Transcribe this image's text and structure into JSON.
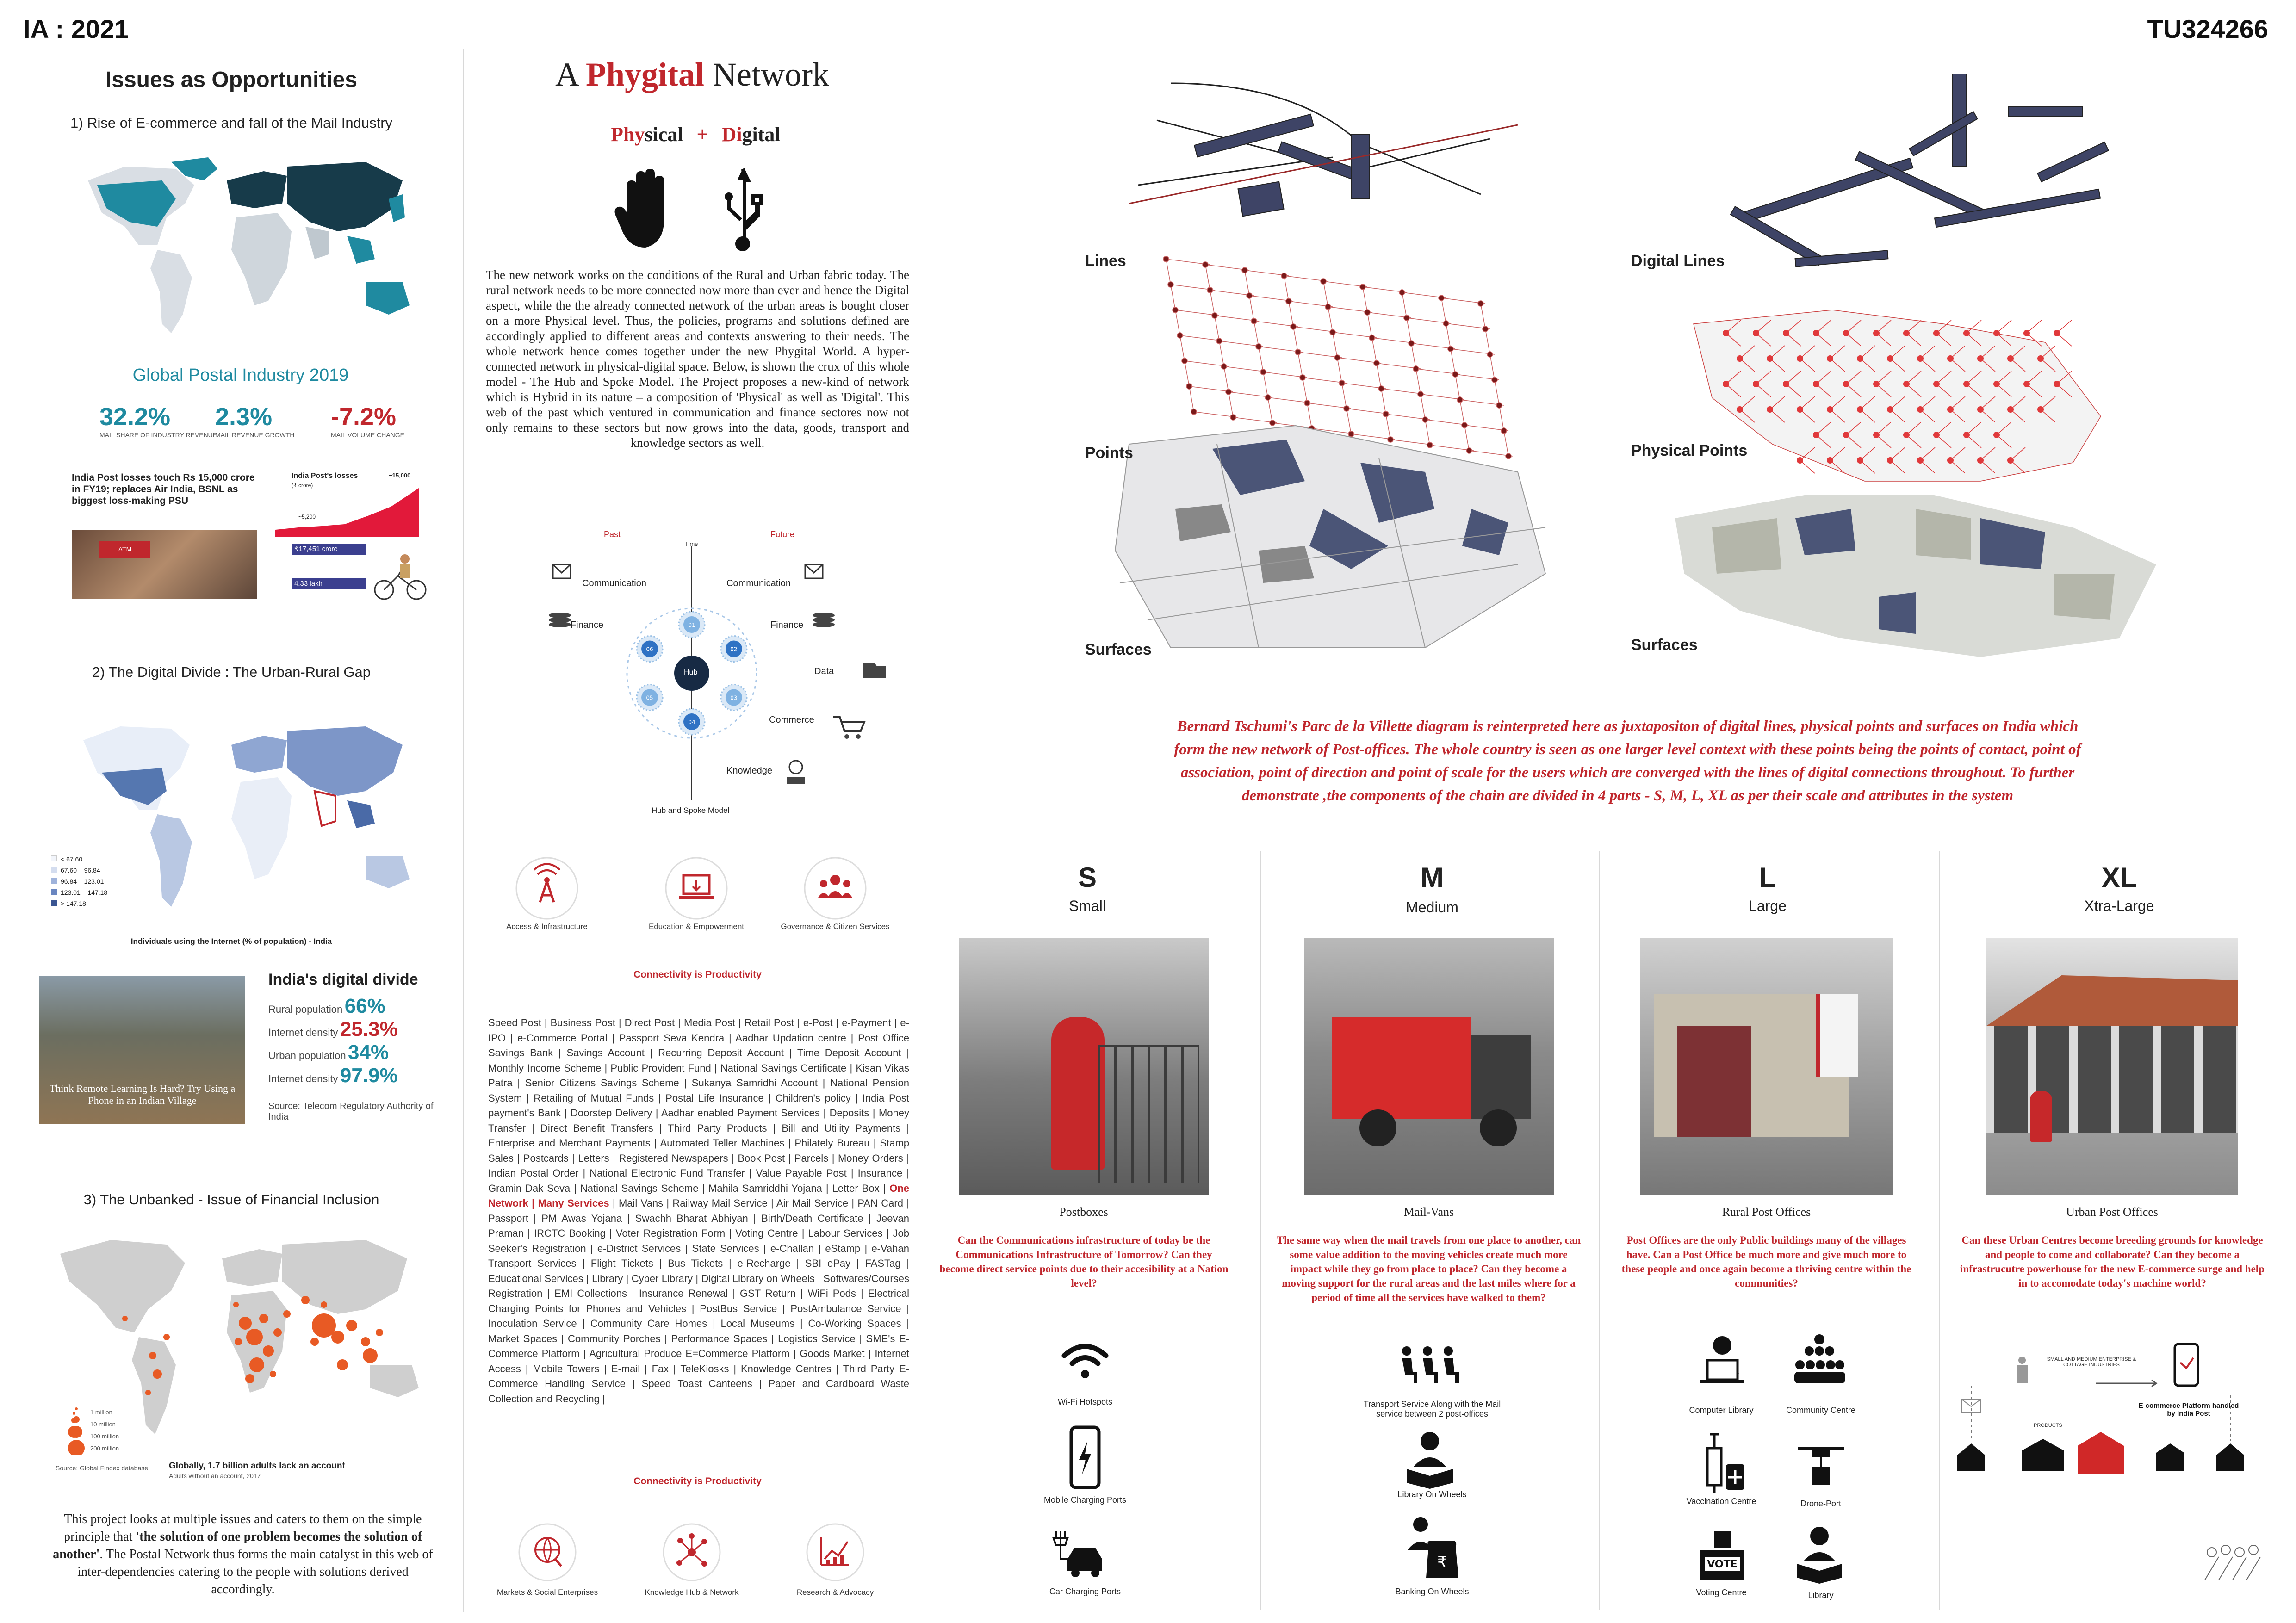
{
  "header": {
    "left_id": "IA : 2021",
    "right_id": "TU324266"
  },
  "left": {
    "title": "Issues as Opportunities",
    "s1_title": "1) Rise of E-commerce and fall of the Mail Industry",
    "postal_title": "Global Postal Industry 2019",
    "stats": [
      {
        "value": "32.2%",
        "label": "MAIL SHARE OF INDUSTRY REVENUE"
      },
      {
        "value": "2.3%",
        "label": "MAIL REVENUE GROWTH"
      },
      {
        "value": "-7.2%",
        "label": "MAIL VOLUME CHANGE"
      }
    ],
    "news_headline": "India Post losses touch Rs 15,000 crore in FY19; replaces Air India, BSNL as biggest loss-making PSU",
    "news_chart_title": "India Post's losses",
    "news_chart_unit": "(₹ crore)",
    "news_chart_peak": "~15,000",
    "news_chart_low": "~5,200",
    "news_badge1": "₹17,451 crore",
    "news_badge2": "4.33 lakh",
    "s2_title": "2) The Digital Divide : The Urban-Rural Gap",
    "legend": [
      "< 67.60",
      "67.60 – 96.84",
      "96.84 – 123.01",
      "123.01 – 147.18",
      "> 147.18"
    ],
    "map2_caption": "Individuals using the Internet (% of population) - India",
    "divide_title": "India's digital divide",
    "divide_rows": [
      {
        "label": "Rural population",
        "value": "66%"
      },
      {
        "label": "Internet density",
        "value": "25.3%"
      },
      {
        "label": "Urban population",
        "value": "34%"
      },
      {
        "label": "Internet density",
        "value": "97.9%"
      }
    ],
    "divide_source": "Source: Telecom Regulatory Authority of India",
    "wsj_headline": "Think Remote Learning Is Hard? Try Using a Phone in an Indian Village",
    "s3_title": "3) The Unbanked - Issue of Financial Inclusion",
    "bubble_legend": [
      "1 million",
      "10 million",
      "100 million",
      "200 million"
    ],
    "bubble_source": "Source: Global Findex database.",
    "bubble_caption": "Globally, 1.7 billion adults lack an account",
    "bubble_sub": "Adults without an account, 2017",
    "conclusion_a": "This project looks at multiple issues and caters to them on the simple principle that ",
    "conclusion_b": "'the solution of one problem becomes the solution of another'",
    "conclusion_c": ". The Postal Network thus forms the main catalyst in this web of inter-dependencies catering to the people with solutions derived accordingly."
  },
  "middle": {
    "title_a": "A ",
    "title_b": "Phygital",
    "title_c": " Network",
    "sub_a": "Phy",
    "sub_b": "sical",
    "sub_plus": "+",
    "sub_c": "Di",
    "sub_d": "gital",
    "paragraph": "The new network works on the conditions of the Rural and Urban fabric today. The rural network needs to be more connected now more than ever and hence the Digital aspect, while the the already connected network of the urban areas is bought closer on a more Physical level. Thus, the policies, programs and solutions defined are accordingly applied to different areas and contexts answering to their needs. The whole network hence comes together under the new Phygital World. A hyper-connected network in physical-digital space. Below, is shown the crux of this whole model - The Hub and Spoke Model. The Project proposes a new-kind of network which is Hybrid in its nature – a composition of 'Physical' as well as 'Digital'. This web of the past which ventured in communication and finance sectores now not only remains to these sectors but now grows into the data, goods, transport and knowledge sectors as well.",
    "hub": {
      "past": "Past",
      "future": "Future",
      "time": "Time",
      "labels": [
        "Communication",
        "Finance",
        "Communication",
        "Finance",
        "Data",
        "Commerce",
        "Knowledge"
      ],
      "center": "Hub",
      "nodes": [
        "01",
        "02",
        "03",
        "04",
        "05",
        "06"
      ],
      "caption": "Hub and Spoke Model"
    },
    "tags1": [
      "Access & Infrastructure",
      "Education & Empowerment",
      "Governance & Citizen Services"
    ],
    "connect1": "Connectivity is Productivity",
    "services_a": "Speed Post | Business Post | Direct Post | Media Post | Retail Post | e-Post | e-Payment | e-IPO | e-Commerce Portal | Passport Seva Kendra | Aadhar Updation centre | Post Office Savings Bank | Savings Account | Recurring Deposit Account | Time Deposit Account | Monthly Income Scheme | Public Provident Fund | National Savings Certificate | Kisan Vikas Patra | Senior Citizens Savings Scheme | Sukanya Samridhi Account | National Pension System | Retailing of Mutual Funds | Postal Life Insurance | Children's policy | India Post payment's Bank | Doorstep Delivery | Aadhar enabled Payment Services | Deposits | Money Transfer | Direct Benefit Transfers | Third Party Products | Bill and Utility Payments | Enterprise and Merchant Payments | Automated Teller Machines | Philately Bureau | Stamp Sales | Postcards | Letters | Registered Newspapers | Book Post | Parcels | Money Orders | Indian Postal Order | National Electronic Fund Transfer | Value Payable Post | Insurance | Gramin Dak Seva | National Savings Scheme | Mahila Samriddhi Yojana | Letter Box | ",
    "services_red": "One Network | Many Services",
    "services_b": " | Mail Vans | Railway Mail Service | Air Mail Service | PAN Card | Passport | PM Awas Yojana | Swachh Bharat Abhiyan | Birth/Death Certificate | Jeevan Praman | IRCTC Booking | Voter Registration Form | Voting Centre | Labour Services | Job Seeker's Registration | e-District Services | State Services | e-Challan | eStamp | e-Vahan Transport Services | Flight Tickets | Bus Tickets | e-Recharge | SBI ePay | FASTag | Educational Services | Library | Cyber Library | Digital Library on Wheels | Softwares/Courses Registration | EMI Collections | Insurance Renewal | GST Return | WiFi Pods | Electrical Charging Points for Phones and Vehicles | PostBus Service | PostAmbulance Service | Inoculation Service | Community Care Homes | Local Museums | Co-Working Spaces | Market Spaces | Community Porches | Performance Spaces | Logistics Service | SME's E-Commerce Platform | Agricultural Produce E=Commerce Platform | Goods Market | Internet Access | Mobile Towers | E-mail | Fax | TeleKiosks | Knowledge Centres | Third Party E-Commerce Handling Service | Speed Toast Canteens | Paper and Cardboard Waste Collection and Recycling |",
    "connect2": "Connectivity is Productivity",
    "tags2": [
      "Markets & Social Enterprises",
      "Knowledge Hub & Network",
      "Research & Advocacy"
    ]
  },
  "right": {
    "layers_left": [
      "Lines",
      "Points",
      "Surfaces"
    ],
    "layers_right": [
      "Digital Lines",
      "Physical Points",
      "Surfaces"
    ],
    "red_paragraph": "Bernard Tschumi's Parc de la Villette diagram is reinterpreted here as juxtapositon of digital lines, physical points and surfaces on India which form the new network of Post-offices. The whole country is seen as one larger level context with these points being the points of contact, point of association, point of direction and point of scale for the users which are converged with the lines of digital connections throughout. To further demonstrate ,the components of the chain are divided in 4 parts - S, M, L, XL as per their scale and attributes in the system",
    "scales": [
      {
        "letter": "S",
        "name": "Small",
        "photo": "Postboxes",
        "text": "Can the Communications infrastructure of today be the Communications Infrastructure of Tomorrow? Can they become direct service points due to their accesibility at a Nation level?",
        "icons": [
          "Wi-Fi Hotspots",
          "Mobile Charging Ports",
          "Car Charging Ports"
        ]
      },
      {
        "letter": "M",
        "name": "Medium",
        "photo": "Mail-Vans",
        "text": "The same way when the mail travels from one place to another, can some value addition to the moving vehicles create much more impact while they go from place to place? Can they become a moving support for the rural areas and the last miles where for a period of time all the services have walked to them?",
        "icons": [
          "Transport Service Along with the Mail service between 2 post-offices",
          "Library On Wheels",
          "Banking On Wheels"
        ]
      },
      {
        "letter": "L",
        "name": "Large",
        "photo": "Rural Post Offices",
        "text": "Post Offices are the only Public buildings many of the villages have. Can a Post Office be much more and give much more to these people and once again become a thriving centre within the communities?",
        "icons": [
          "Computer Library",
          "Community Centre",
          "Vaccination Centre",
          "Drone-Port",
          "Voting Centre",
          "Library"
        ]
      },
      {
        "letter": "XL",
        "name": "Xtra-Large",
        "photo": "Urban Post Offices",
        "text": "Can these Urban Centres become breeding grounds for knowledge and people to come and collaborate? Can they become a infrastrucutre powerhouse for the new E-commerce surge and help in to accomodate today's machine world?",
        "diagram": [
          "SMALL AND MEDIUM ENTERPRISE & COTTAGE INDUSTRIES",
          "E-commerce Platform handled by India Post",
          "PRODUCTS"
        ]
      }
    ]
  },
  "colors": {
    "accent_red": "#c0272d",
    "teal": "#1f8aa0",
    "map_dark": "#173b4a",
    "slate": "#4b5577"
  }
}
